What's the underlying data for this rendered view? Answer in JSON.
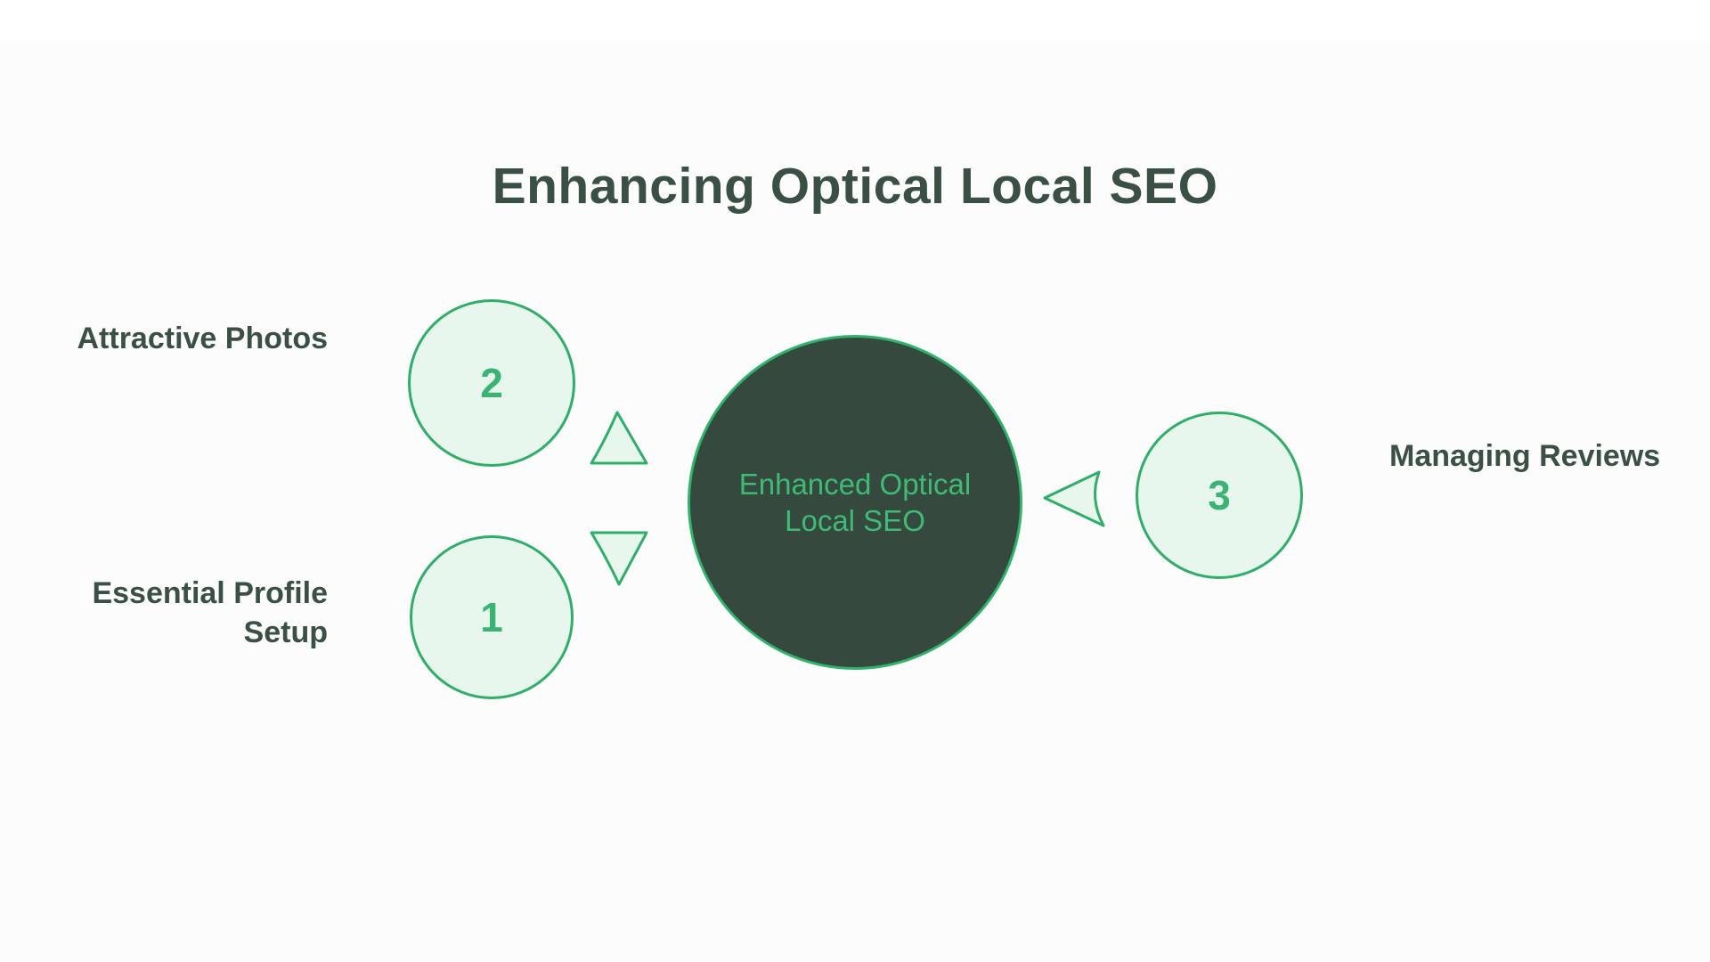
{
  "title": "Enhancing Optical Local SEO",
  "center": {
    "label": "Enhanced Optical Local SEO"
  },
  "steps": [
    {
      "number": "1",
      "label": "Essential Profile Setup"
    },
    {
      "number": "2",
      "label": "Attractive Photos"
    },
    {
      "number": "3",
      "label": "Managing Reviews"
    }
  ],
  "colors": {
    "background": "#fcfcfd",
    "top_band": "#ffffff",
    "title_text": "#3a5044",
    "label_text": "#3a5044",
    "center_circle_fill": "#35493e",
    "center_circle_border": "#2eb56b",
    "center_text": "#3dbb77",
    "step_circle_fill": "#e7f7ed",
    "step_circle_border": "#2fae68",
    "step_number": "#3bb473",
    "triangle_fill": "#e7f7ed",
    "triangle_stroke": "#2fae68"
  }
}
